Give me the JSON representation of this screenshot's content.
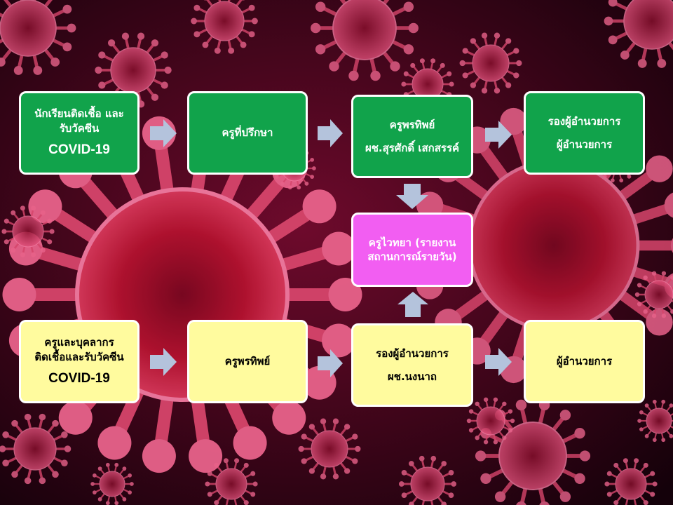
{
  "colors": {
    "background_dark": "#2a0312",
    "virus_red": "#b81234",
    "green_box": "#11a34b",
    "yellow_box": "#fffb9e",
    "pink_box": "#f25ef2",
    "arrow": "#b4c3dc"
  },
  "top_row": {
    "box1": {
      "line1": "นักเรียนติดเชื้อ และ",
      "line2": "รับวัคซีน",
      "line3": "COVID-19"
    },
    "box2": {
      "line1": "ครูที่ปรึกษา"
    },
    "box3": {
      "line1": "ครูพรทิพย์",
      "line2": "ผช.สุรศักดิ์ เสกสรรค์"
    },
    "box4": {
      "line1": "รองผู้อำนวยการ",
      "line2": "ผู้อำนวยการ"
    }
  },
  "center": {
    "box": {
      "line1": "ครูไวทยา (รายงาน",
      "line2": "สถานการณ์รายวัน)"
    }
  },
  "bottom_row": {
    "box1": {
      "line1": "ครูและบุคลากร",
      "line2": "ติดเชื้อและรับวัคซีน",
      "line3": "COVID-19"
    },
    "box2": {
      "line1": "ครูพรทิพย์"
    },
    "box3": {
      "line1": "รองผู้อำนวยการ",
      "line2": "ผช.นงนาถ"
    },
    "box4": {
      "line1": "ผู้อำนวยการ"
    }
  },
  "arrow_icon": "block-arrow-icon",
  "background_image": "coronavirus-illustration"
}
